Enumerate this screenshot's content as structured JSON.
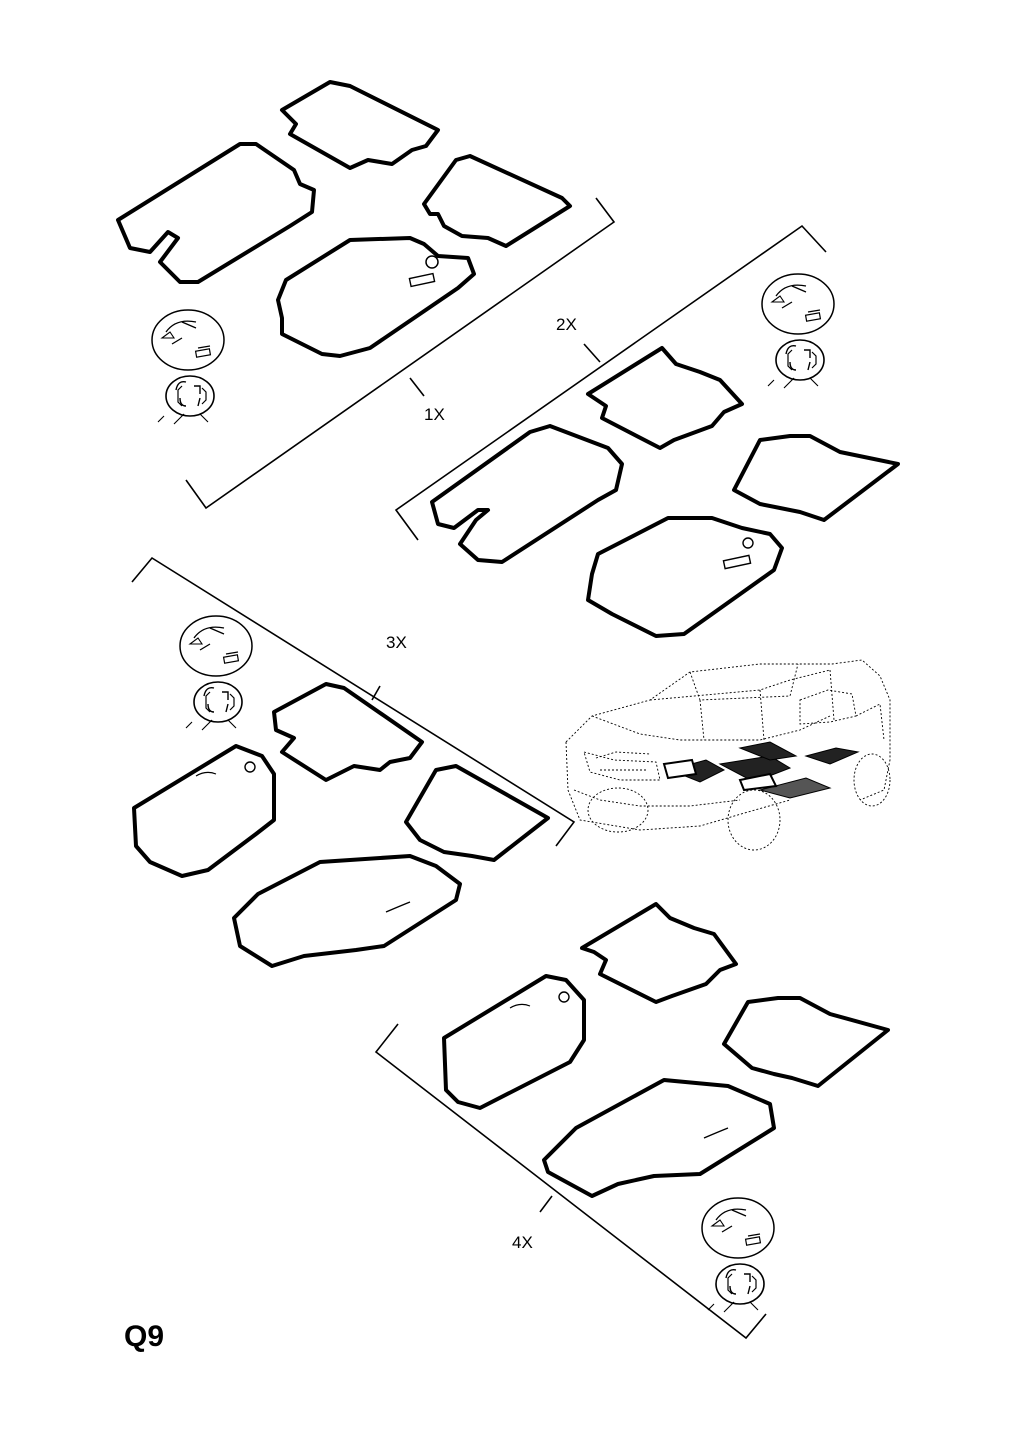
{
  "diagram": {
    "page_code": "Q9",
    "callouts": [
      {
        "id": "set-1",
        "label": "1X"
      },
      {
        "id": "set-2",
        "label": "2X"
      },
      {
        "id": "set-3",
        "label": "3X"
      },
      {
        "id": "set-4",
        "label": "4X"
      }
    ],
    "colors": {
      "ink": "#000000",
      "background": "#ffffff",
      "mat_fill": "#ffffff"
    }
  }
}
